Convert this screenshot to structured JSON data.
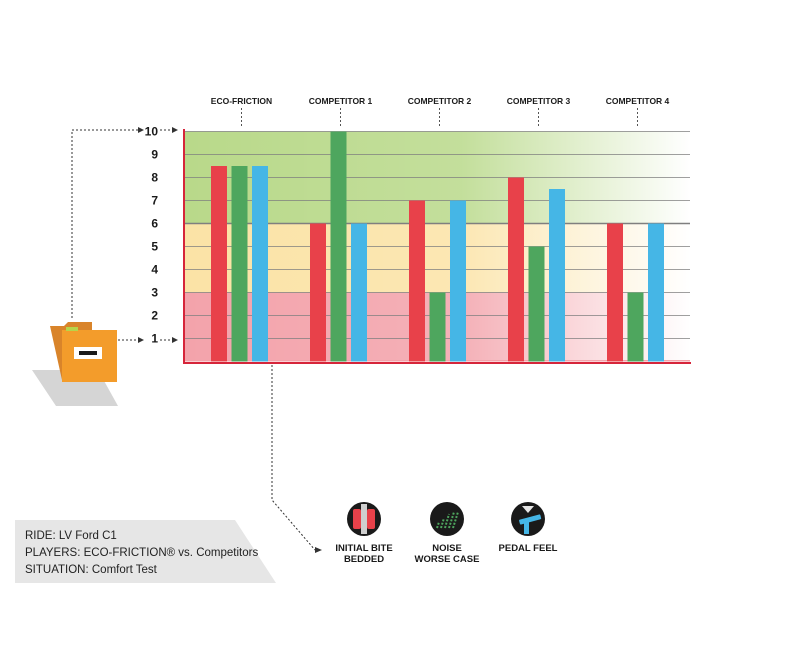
{
  "chart_data": {
    "type": "bar",
    "categories": [
      "ECO-FRICTION",
      "COMPETITOR 1",
      "COMPETITOR 2",
      "COMPETITOR 3",
      "COMPETITOR 4"
    ],
    "series": [
      {
        "name": "INITIAL BITE BEDDED",
        "color": "#e8414a",
        "values": [
          8.5,
          6,
          7,
          8,
          6
        ]
      },
      {
        "name": "NOISE WORSE CASE",
        "color": "#4ea65e",
        "values": [
          8.5,
          10,
          3,
          5,
          3
        ]
      },
      {
        "name": "PEDAL FEEL",
        "color": "#45b6e6",
        "values": [
          8.5,
          6,
          7,
          7.5,
          6
        ]
      }
    ],
    "y_ticks": [
      "1",
      "2",
      "3",
      "4",
      "5",
      "6",
      "7",
      "8",
      "9",
      "10"
    ],
    "ylim": [
      0,
      10
    ],
    "zones": [
      {
        "from": 0,
        "to": 3,
        "color": "#f3a3ab"
      },
      {
        "from": 3,
        "to": 6,
        "color": "#fbe3a6"
      },
      {
        "from": 6,
        "to": 10,
        "color": "#b9d98a"
      }
    ],
    "grid": true,
    "legend_position": "bottom"
  },
  "legend": {
    "items": [
      {
        "line1": "INITIAL BITE",
        "line2": "BEDDED",
        "icon": "brake-caliper-icon"
      },
      {
        "line1": "NOISE",
        "line2": "WORSE CASE",
        "icon": "noise-waves-icon"
      },
      {
        "line1": "PEDAL FEEL",
        "line2": "",
        "icon": "pedal-icon"
      }
    ]
  },
  "info": {
    "ride": "RIDE: LV Ford C1",
    "players": "PLAYERS: ECO-FRICTION® vs. Competitors",
    "situation": "SITUATION: Comfort Test"
  },
  "colors": {
    "axis": "#d6253a",
    "folder": "#f39c2b",
    "info_box": "#e6e6e6"
  }
}
